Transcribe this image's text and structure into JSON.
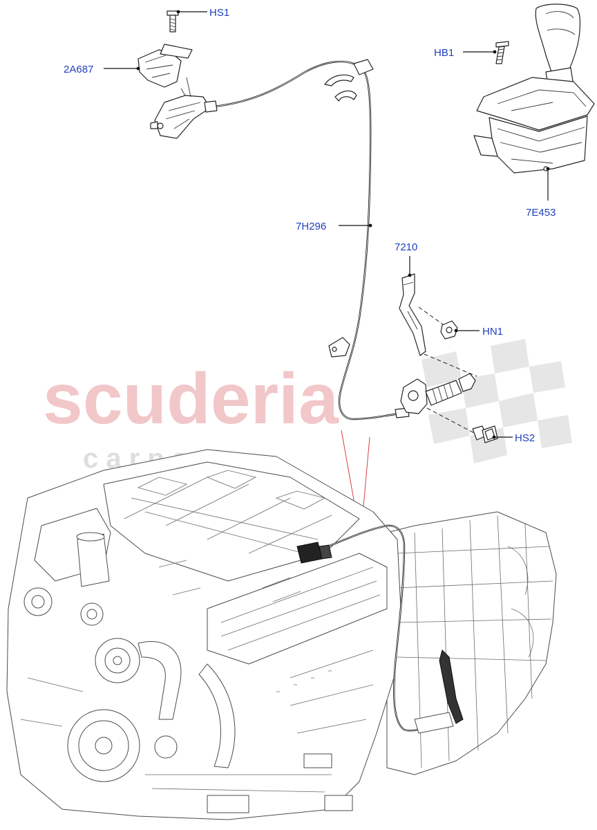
{
  "watermark": {
    "brand": "scuderia",
    "sub": "c a r   p a r t s",
    "brand_color": "#f2c7c9",
    "sub_color": "#d9d9d9"
  },
  "labels": {
    "hs1": "HS1",
    "p2a687": "2A687",
    "hb1": "HB1",
    "p7e453": "7E453",
    "p7h296": "7H296",
    "p7210": "7210",
    "hn1": "HN1",
    "hs2": "HS2"
  },
  "colors": {
    "label": "#1f3fbf",
    "callout_line": "#d22b2b",
    "cable": "#111111"
  }
}
